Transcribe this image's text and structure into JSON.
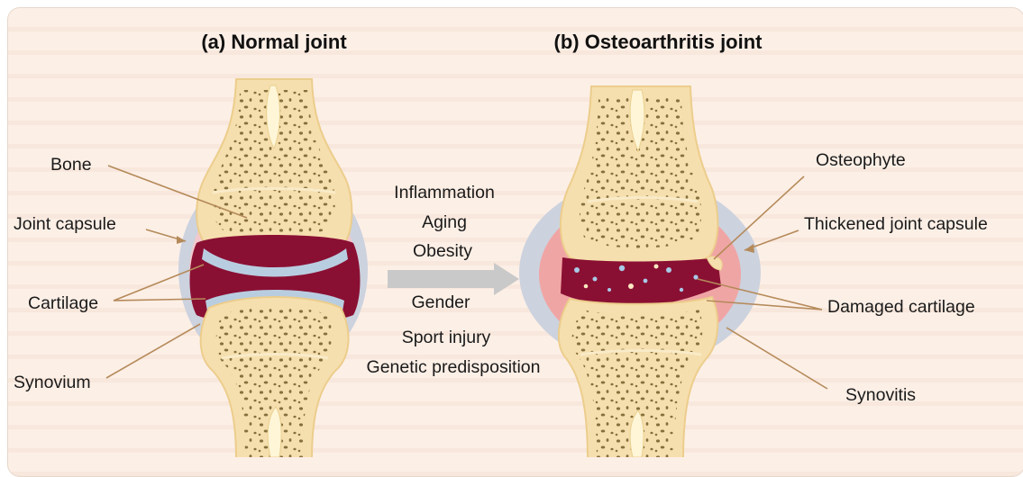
{
  "titles": {
    "normal": "(a) Normal joint",
    "oa": "(b) Osteoarthritis joint"
  },
  "normal_labels": {
    "bone": "Bone",
    "capsule": "Joint capsule",
    "cartilage": "Cartilage",
    "synovium": "Synovium"
  },
  "oa_labels": {
    "osteophyte": "Osteophyte",
    "capsule": "Thickened joint capsule",
    "cartilage": "Damaged cartilage",
    "synovitis": "Synovitis"
  },
  "risk_factors": [
    "Inflammation",
    "Aging",
    "Obesity",
    "Gender",
    "Sport injury",
    "Genetic predisposition"
  ],
  "colors": {
    "bone": "#f6dfae",
    "bone_outline": "#eccd8c",
    "marrow_dots": "#7a6430",
    "cartilage": "#b9cde0",
    "synovial": "#8a1033",
    "capsule": "#ccd2de",
    "inflamed": "#f0a5a5",
    "leader": "#b58a5a",
    "arrow": "#c9c9c9"
  }
}
